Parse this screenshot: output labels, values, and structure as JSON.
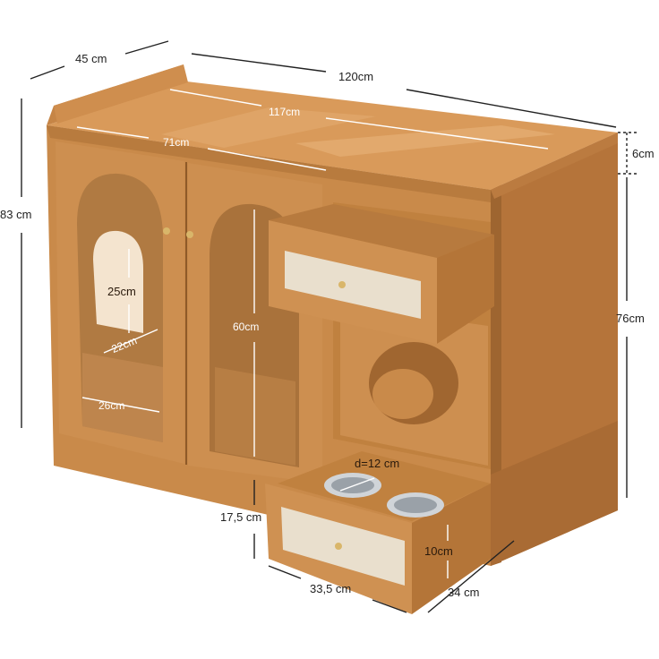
{
  "product": {
    "image": "wooden cat litter box cabinet with drawers and feeding bowls",
    "wood_color": "#c98a4a",
    "wood_dark": "#9e6530",
    "wood_light": "#e0a868",
    "rattan_color": "#e9dfcd"
  },
  "dimensions": {
    "depth": "45 cm",
    "width": "120cm",
    "inner_width": "117cm",
    "door_width": "71cm",
    "top_thickness": "6cm",
    "height": "83 cm",
    "side_height": "76cm",
    "arch_height": "25cm",
    "arch_inner_depth": "22cm",
    "arch_width": "26cm",
    "door_opening": "60cm",
    "bowl_diameter": "d=12 cm",
    "drawer_height": "17,5 cm",
    "drawer_depth": "10cm",
    "drawer_width": "33,5 cm",
    "drawer_length": "34 cm"
  }
}
